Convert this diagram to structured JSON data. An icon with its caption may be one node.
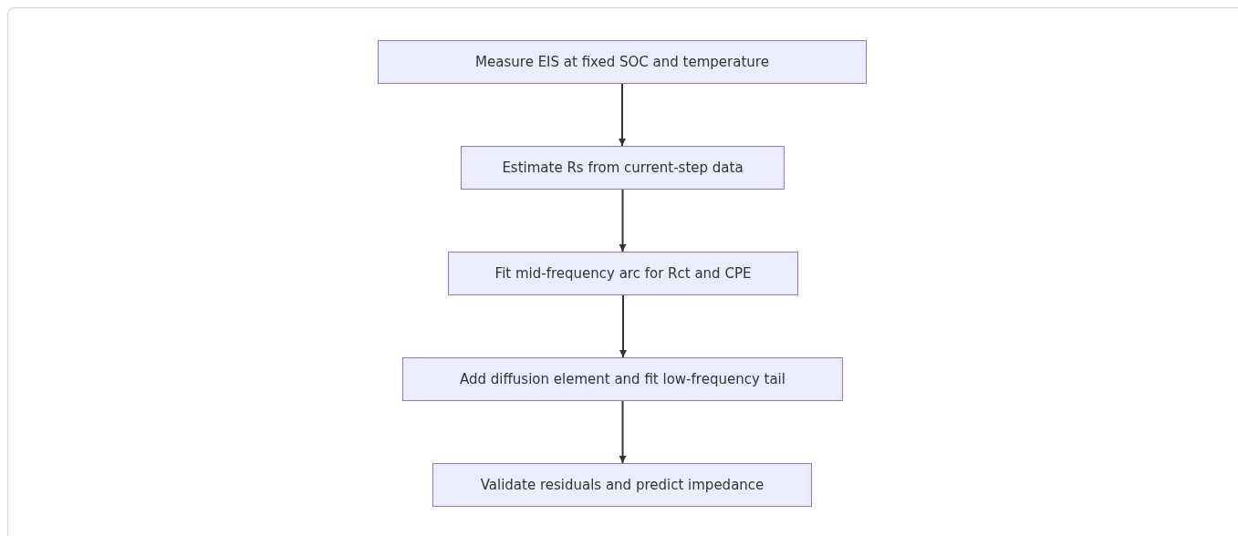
{
  "diagram": {
    "nodes": [
      {
        "text": [
          "Measure EIS at fixed SOC and temperature"
        ]
      },
      {
        "text": [
          "Estimate Rs from current-step data"
        ]
      },
      {
        "text": [
          "Fit mid-frequency arc for Rct and CPE"
        ]
      },
      {
        "text": [
          "Add diffusion element and fit low-frequency tail"
        ]
      },
      {
        "text": [
          "Validate residuals and predict impedance"
        ]
      }
    ],
    "edges": [
      {
        "from": 0,
        "to": 1,
        "arrow": "to"
      },
      {
        "from": 1,
        "to": 2,
        "arrow": "to"
      },
      {
        "from": 2,
        "to": 3,
        "arrow": "to"
      },
      {
        "from": 3,
        "to": 4,
        "arrow": "to"
      }
    ]
  }
}
